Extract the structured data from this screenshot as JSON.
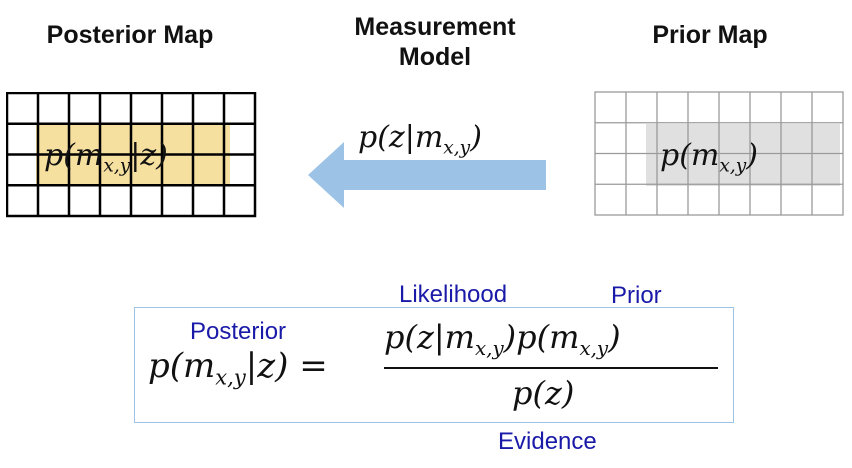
{
  "posterior_map": {
    "title": "Posterior Map",
    "cell_label": "p(m",
    "cell_sub": "x,y",
    "cell_tail": "|z)",
    "highlight_color": "#f6e0a0",
    "grid_color": "#000000"
  },
  "measurement_model": {
    "title_line1": "Measurement",
    "title_line2": "Model",
    "label": "p(z|m",
    "label_sub": "x,y",
    "label_tail": ")",
    "arrow_color": "#9cc2e5"
  },
  "prior_map": {
    "title": "Prior Map",
    "cell_label": "p(m",
    "cell_sub": "x,y",
    "cell_tail": ")",
    "highlight_color": "#e0e0e0",
    "grid_color": "#9a9a9a"
  },
  "equation": {
    "lhs": "p(m",
    "lhs_sub": "x,y",
    "lhs_tail": "|z) =",
    "numerator_part1": "p(z|m",
    "numerator_sub1": "x,y",
    "numerator_part2": ")p(m",
    "numerator_sub2": "x,y",
    "numerator_part3": ")",
    "denominator": "p(z)",
    "labels": {
      "posterior": "Posterior",
      "likelihood": "Likelihood",
      "prior": "Prior",
      "evidence": "Evidence"
    },
    "box_color": "#9cc2e5",
    "label_color": "#1a1aa8"
  }
}
